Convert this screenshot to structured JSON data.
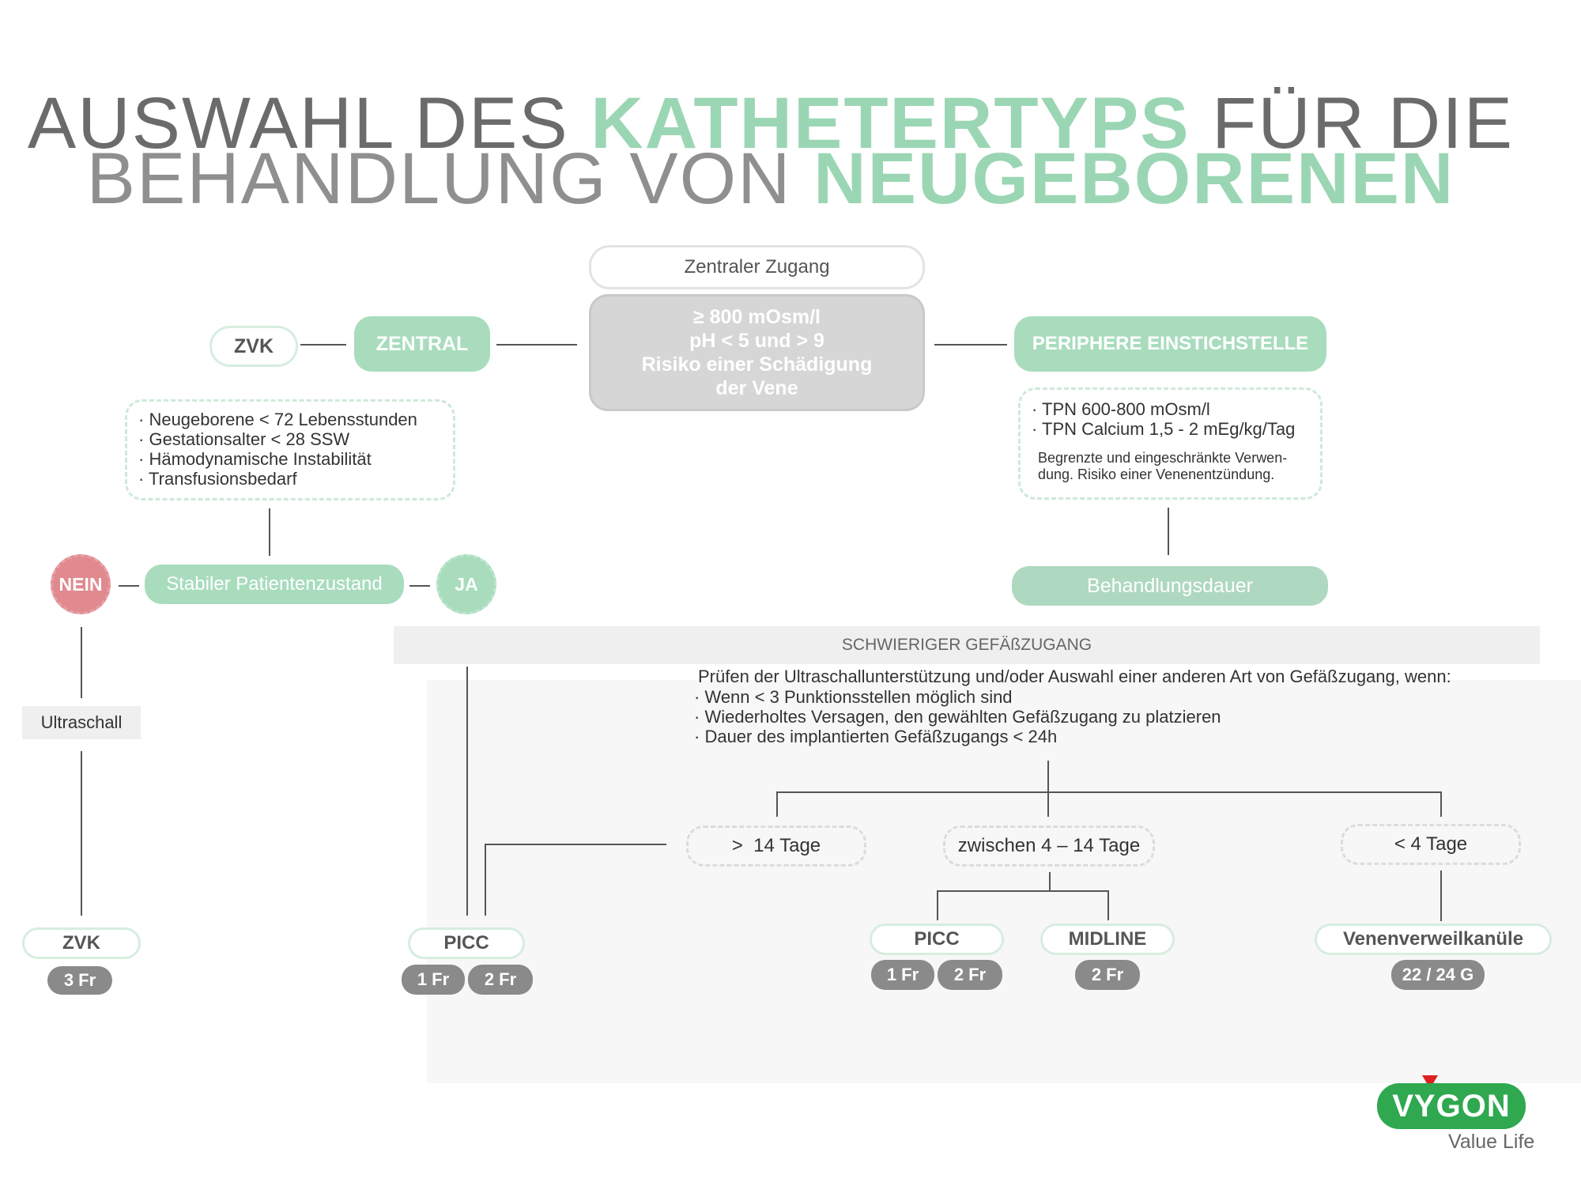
{
  "title": {
    "line1_part1": "AUSWAHL DES ",
    "line1_highlight": "KATHETERTYPS",
    "line1_part2": " FÜR DIE",
    "line2_part1": "BEHANDLUNG VON ",
    "line2_highlight": "NEUGEBORENEN"
  },
  "center": {
    "header": "Zentraler Zugang",
    "criteria": [
      "≥ 800 mOsm/l",
      "pH < 5 und > 9",
      "Risiko einer Schädigung",
      "der Vene"
    ]
  },
  "left": {
    "zvk_label": "ZVK",
    "zentral_label": "ZENTRAL",
    "criteria": [
      "Neugeborene < 72 Lebensstunden",
      "Gestationsalter < 28 SSW",
      "Hämodynamische Instabilität",
      "Transfusionsbedarf"
    ],
    "stable_label": "Stabiler Patientenzustand",
    "nein_label": "NEIN",
    "ja_label": "JA",
    "ultraschall_label": "Ultraschall",
    "zvk_bottom_label": "ZVK",
    "zvk_bottom_size": "3 Fr"
  },
  "right": {
    "peripher_label": "PERIPHERE EINSTICHSTELLE",
    "criteria": [
      "TPN 600-800 mOsm/l",
      "TPN Calcium 1,5 - 2 mEg/kg/Tag"
    ],
    "note_line1": "Begrenzte und eingeschränkte Verwen-",
    "note_line2": "dung. Risiko einer Venenentzündung.",
    "duration_label": "Behandlungsdauer"
  },
  "difficult": {
    "header": "SCHWIERIGER GEFÄßZUGANG",
    "intro": "Prüfen der Ultraschallunterstützung und/oder Auswahl einer anderen Art von Gefäßzugang, wenn:",
    "bullets": [
      "Wenn < 3 Punktionsstellen möglich sind",
      "Wiederholtes Versagen, den gewählten Gefäßzugang zu platzieren",
      "Dauer des implantierten Gefäßzugangs < 24h"
    ],
    "durations": [
      ">  14 Tage",
      "zwischen 4 – 14 Tage",
      "< 4 Tage"
    ]
  },
  "devices": {
    "picc_left": {
      "label": "PICC",
      "sizes": [
        "1 Fr",
        "2 Fr"
      ]
    },
    "picc_mid": {
      "label": "PICC",
      "sizes": [
        "1 Fr",
        "2 Fr"
      ]
    },
    "midline": {
      "label": "MIDLINE",
      "sizes": [
        "2 Fr"
      ]
    },
    "venen": {
      "label": "Venenverweilkanüle",
      "sizes": [
        "22 / 24 G"
      ]
    }
  },
  "logo": {
    "brand": "VYGON",
    "tagline": "Value Life"
  },
  "colors": {
    "green": "#a8dcbd",
    "title_green": "#9bd6b4",
    "red": "#e08a8f",
    "gray": "#8a8a8a",
    "dark_green": "#2fa84f"
  }
}
